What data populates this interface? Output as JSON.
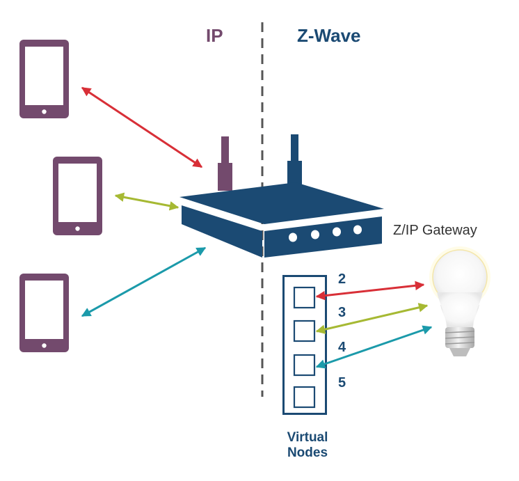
{
  "labels": {
    "ip_zone": "IP",
    "zwave_zone": "Z-Wave",
    "gateway": "Z/IP Gateway",
    "virtual_nodes": [
      "Virtual",
      "Nodes"
    ]
  },
  "nodes": [
    {
      "id": "2"
    },
    {
      "id": "3"
    },
    {
      "id": "4"
    },
    {
      "id": "5"
    }
  ],
  "colors": {
    "ip": "#734a6d",
    "zwave": "#1b4a73",
    "device": "#734a6d",
    "gateway": "#1b4a73",
    "link_red": "#d82f37",
    "link_green": "#a6b933",
    "link_teal": "#1b9aaa",
    "divider": "#555555",
    "gateway_text": "#333333"
  },
  "icons": [
    "tablet-icon",
    "router-icon",
    "light-bulb-icon"
  ]
}
